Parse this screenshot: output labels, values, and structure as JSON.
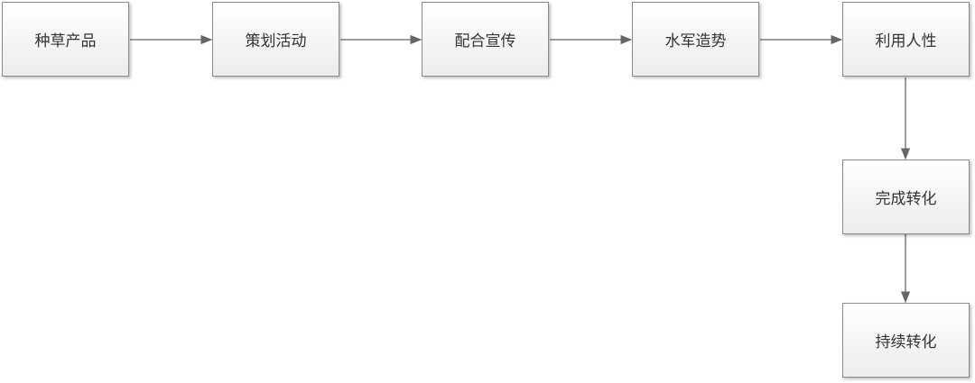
{
  "diagram": {
    "nodes": [
      "种草产品",
      "策划活动",
      "配合宣传",
      "水军造势",
      "利用人性",
      "完成转化",
      "持续转化"
    ]
  }
}
